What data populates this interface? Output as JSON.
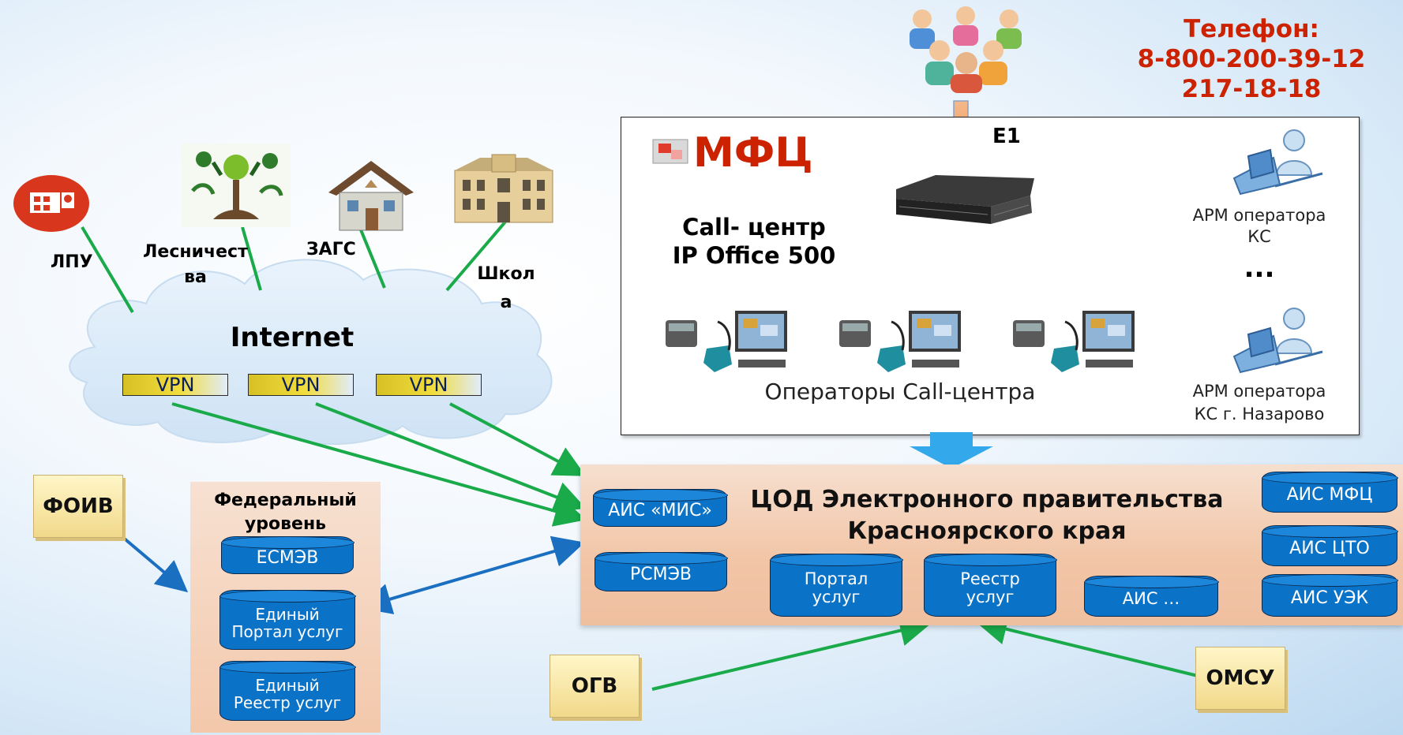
{
  "phone": {
    "label": "Телефон:",
    "number1": "8-800-200-39-12",
    "number2": "217-18-18"
  },
  "mfc": {
    "title": "МФЦ",
    "e1": "E1",
    "callcenter_line1": "Call- центр",
    "callcenter_line2": "IP Office 500",
    "operators_caption": "Операторы Call-центра",
    "arm1_line1": "АРМ оператора",
    "arm1_line2": "КС",
    "ellipsis": "...",
    "arm2_line1": "АРМ оператора",
    "arm2_line2": "КС г. Назарово"
  },
  "sites": {
    "lpu": "ЛПУ",
    "forest_line1": "Лесничест",
    "forest_line2": "ва",
    "zags": "ЗАГС",
    "school_line1": "Школ",
    "school_line2": "а"
  },
  "internet": {
    "label": "Internet",
    "vpn": [
      "VPN",
      "VPN",
      "VPN"
    ]
  },
  "federal": {
    "foiv": "ФОИВ",
    "title_line1": "Федеральный",
    "title_line2": "уровень",
    "esmev": "ЕСМЭВ",
    "portal_line1": "Единый",
    "portal_line2": "Портал услуг",
    "registry_line1": "Единый",
    "registry_line2": "Реестр услуг"
  },
  "cod": {
    "title_line1": "ЦОД Электронного правительства",
    "title_line2": "Красноярского края",
    "ais_mis": "АИС «МИС»",
    "rsmev": "РСМЭВ",
    "portal_line1": "Портал",
    "portal_line2": "услуг",
    "registry_line1": "Реестр",
    "registry_line2": "услуг",
    "ais_dots": "АИС …",
    "ais_mfc": "АИС МФЦ",
    "ais_cto": "АИС ЦТО",
    "ais_uek": "АИС УЭК"
  },
  "bottom": {
    "ogv": "ОГВ",
    "omsu": "ОМСУ"
  },
  "colors": {
    "red_text": "#cc2200",
    "blue_cylinder": "#0b73c7",
    "green_arrow": "#1aaa4a",
    "blue_arrow": "#1a6fc0"
  }
}
